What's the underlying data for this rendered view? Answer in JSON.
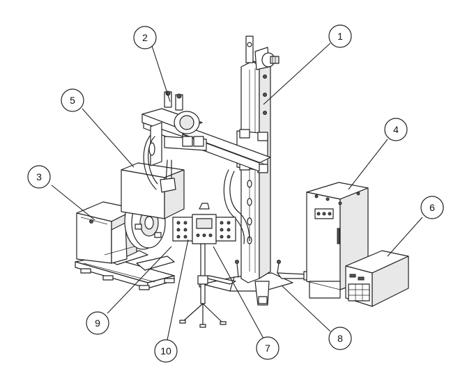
{
  "callouts": [
    {
      "id": "1",
      "label": "1"
    },
    {
      "id": "2",
      "label": "2"
    },
    {
      "id": "3",
      "label": "3"
    },
    {
      "id": "4",
      "label": "4"
    },
    {
      "id": "5",
      "label": "5"
    },
    {
      "id": "6",
      "label": "6"
    },
    {
      "id": "7",
      "label": "7"
    },
    {
      "id": "8",
      "label": "8"
    },
    {
      "id": "9",
      "label": "9"
    },
    {
      "id": "10",
      "label": "10"
    }
  ],
  "components": [
    {
      "id": "1",
      "icon": "column-and-boom-mast"
    },
    {
      "id": "2",
      "icon": "welding-head-assembly"
    },
    {
      "id": "3",
      "icon": "welding-positioner"
    },
    {
      "id": "4",
      "icon": "control-cabinet"
    },
    {
      "id": "5",
      "icon": "boom-mounted-box"
    },
    {
      "id": "6",
      "icon": "welding-power-source"
    },
    {
      "id": "7",
      "icon": "pendant-control-stand"
    },
    {
      "id": "8",
      "icon": "column-base"
    },
    {
      "id": "9",
      "icon": "positioner-base-frame"
    },
    {
      "id": "10",
      "icon": "pendant-control-panel"
    }
  ]
}
